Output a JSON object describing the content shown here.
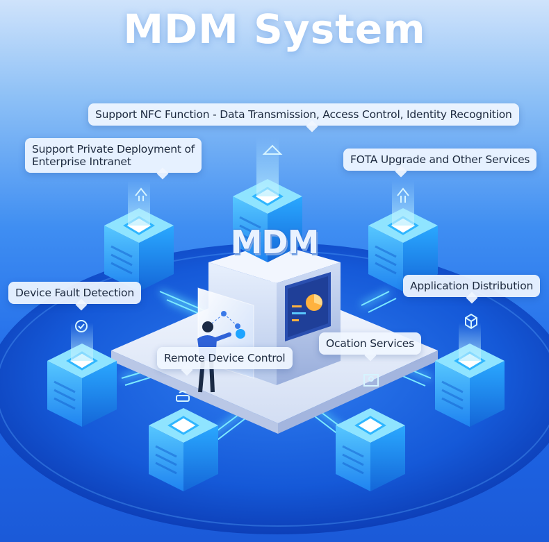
{
  "title": "MDM System",
  "center_label": "MDM",
  "labels": {
    "nfc": "Support NFC Function - Data Transmission, Access Control, Identity Recognition",
    "private_deployment": "Support Private Deployment of\nEnterprise Intranet",
    "fota": "FOTA Upgrade and Other Services",
    "fault_detection": "Device Fault Detection",
    "app_distribution": "Application Distribution",
    "location": "Ocation Services",
    "remote_control": "Remote Device Control"
  }
}
